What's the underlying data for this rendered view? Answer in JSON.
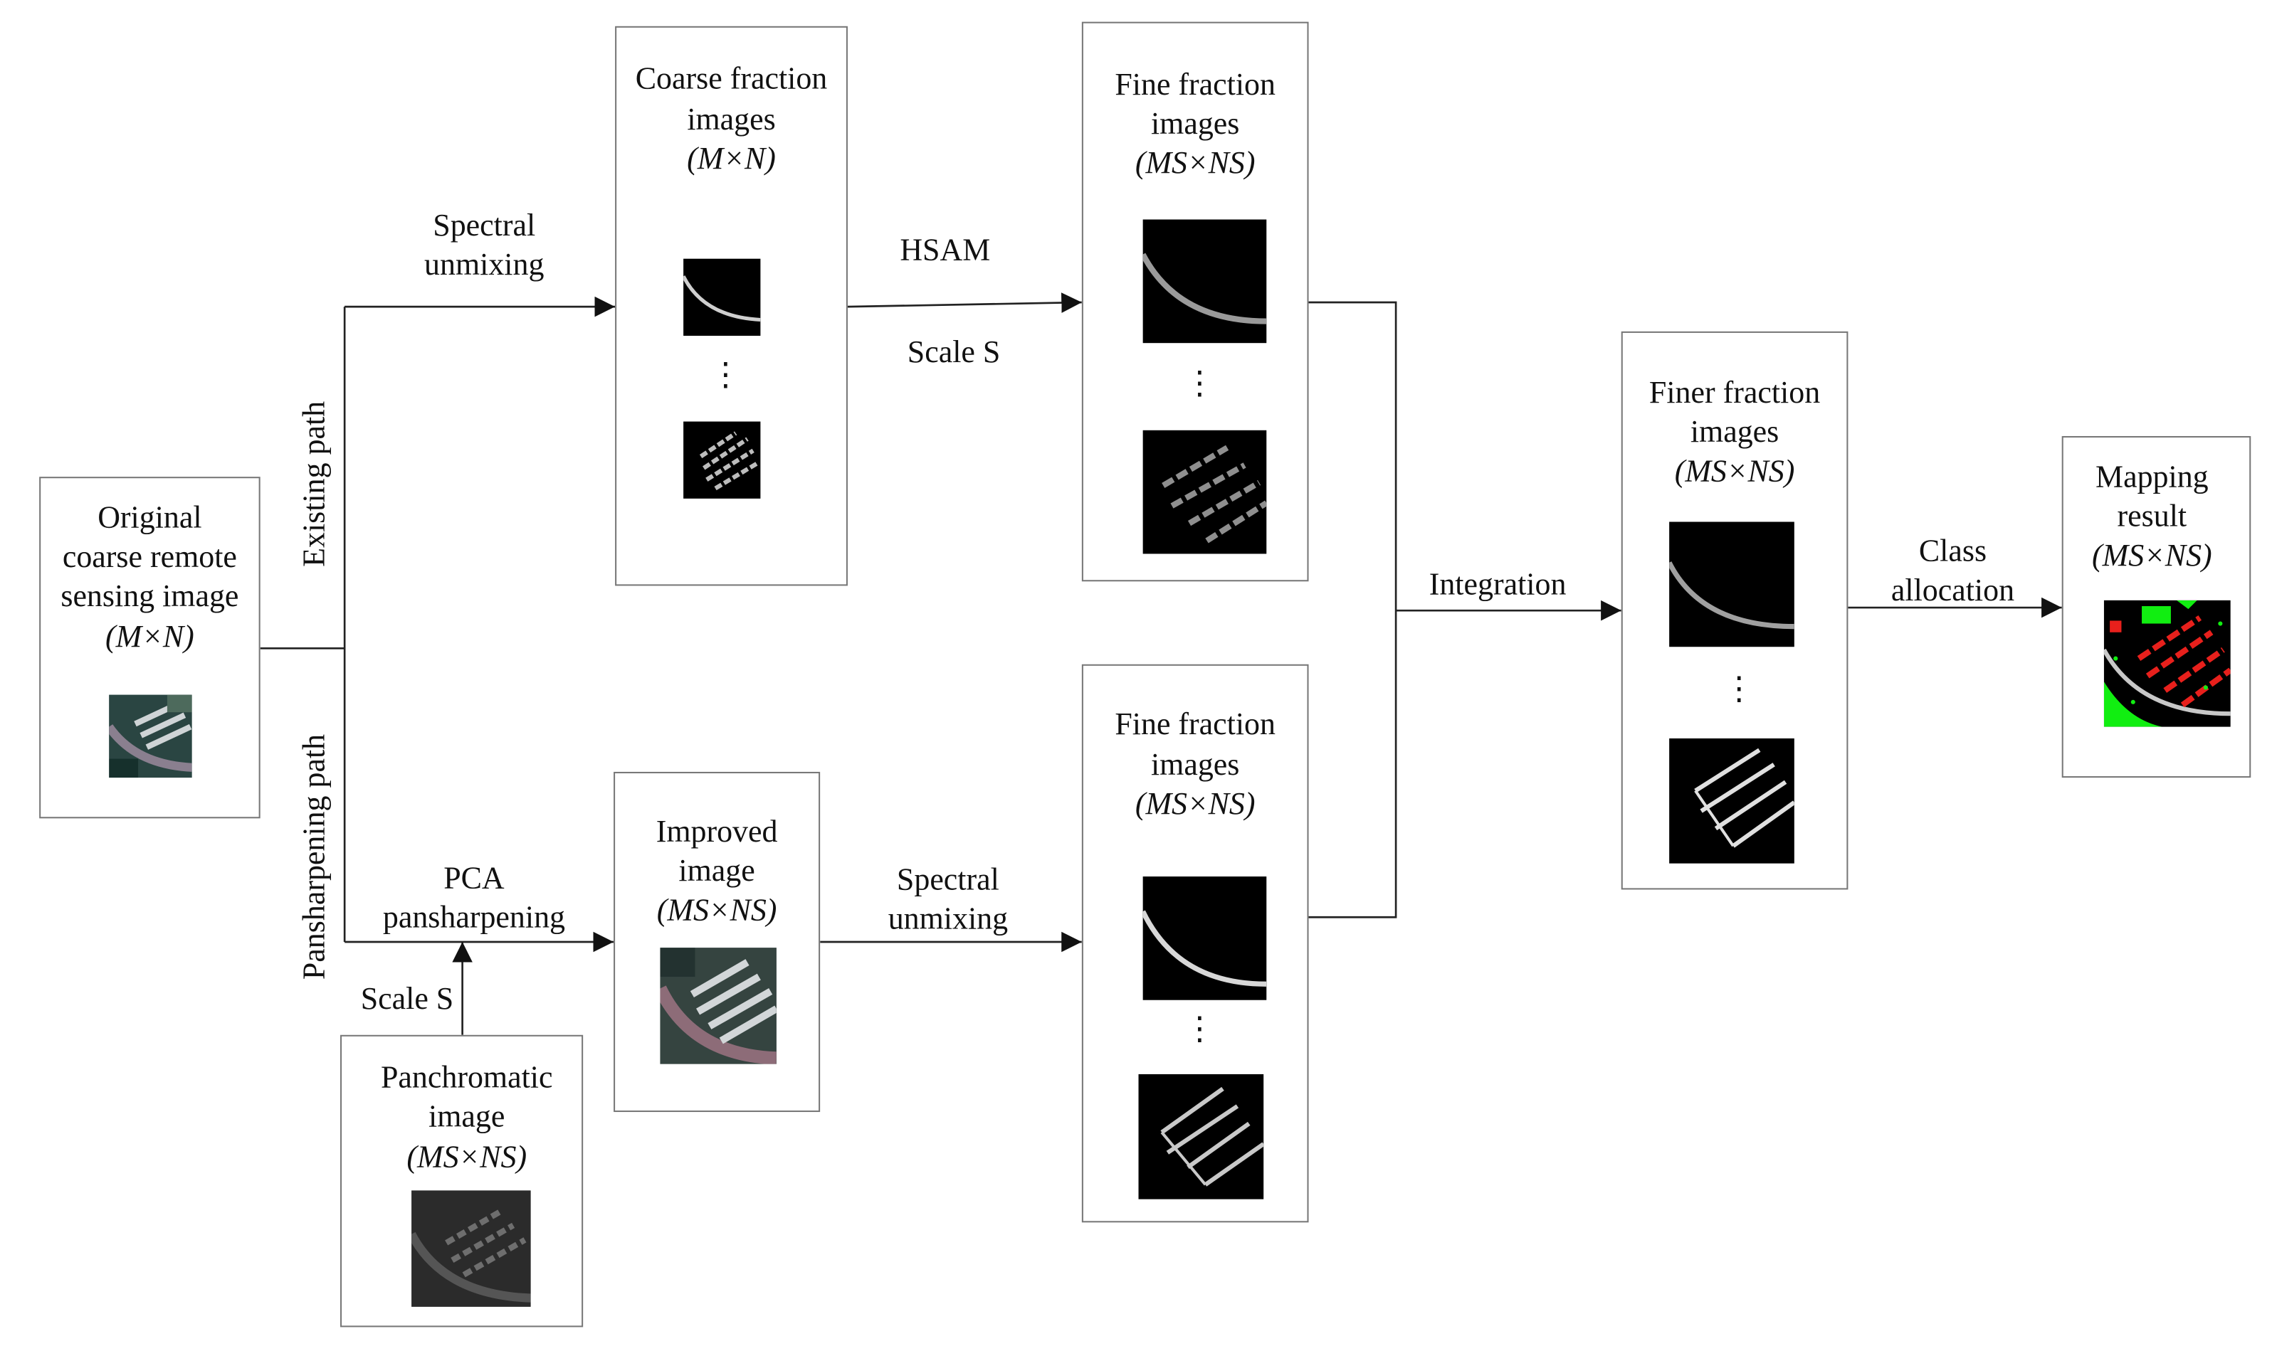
{
  "original": {
    "line1": "Original",
    "line2": "coarse remote",
    "line3": "sensing  image",
    "dims": "(M×N)"
  },
  "coarse": {
    "line1": "Coarse fraction",
    "line2": "images",
    "dims": "(M×N)"
  },
  "fine_top": {
    "line1": "Fine fraction",
    "line2": "images",
    "dims": "(MS×NS)"
  },
  "fine_bottom": {
    "line1": "Fine fraction",
    "line2": "images",
    "dims": "(MS×NS)"
  },
  "improved": {
    "line1": "Improved",
    "line2": "image",
    "dims": "(MS×NS)"
  },
  "pan": {
    "line1": "Panchromatic",
    "line2": "image",
    "dims": "(MS×NS)"
  },
  "finer": {
    "line1": "Finer fraction",
    "line2": "images",
    "dims": "(MS×NS)"
  },
  "mapping": {
    "line1": "Mapping",
    "line2": "result",
    "dims": "(MS×NS)"
  },
  "labels": {
    "existing_path": "Existing path",
    "pansharpening_path": "Pansharpening path",
    "spectral_unmixing_top_1": "Spectral",
    "spectral_unmixing_top_2": "unmixing",
    "hsam": "HSAM",
    "scale_s_top": "Scale S",
    "pca_1": "PCA",
    "pca_2": "pansharpening",
    "scale_s_bottom": "Scale S",
    "spectral_unmixing_bottom_1": "Spectral",
    "spectral_unmixing_bottom_2": "unmixing",
    "integration": "Integration",
    "class_allocation_1": "Class",
    "class_allocation_2": "allocation"
  },
  "ellipsis": "⋮",
  "colors": {
    "line": "#222222",
    "border": "#777777",
    "red": "#e8201c",
    "green": "#11ee11",
    "thumb_bg": "#000000"
  }
}
